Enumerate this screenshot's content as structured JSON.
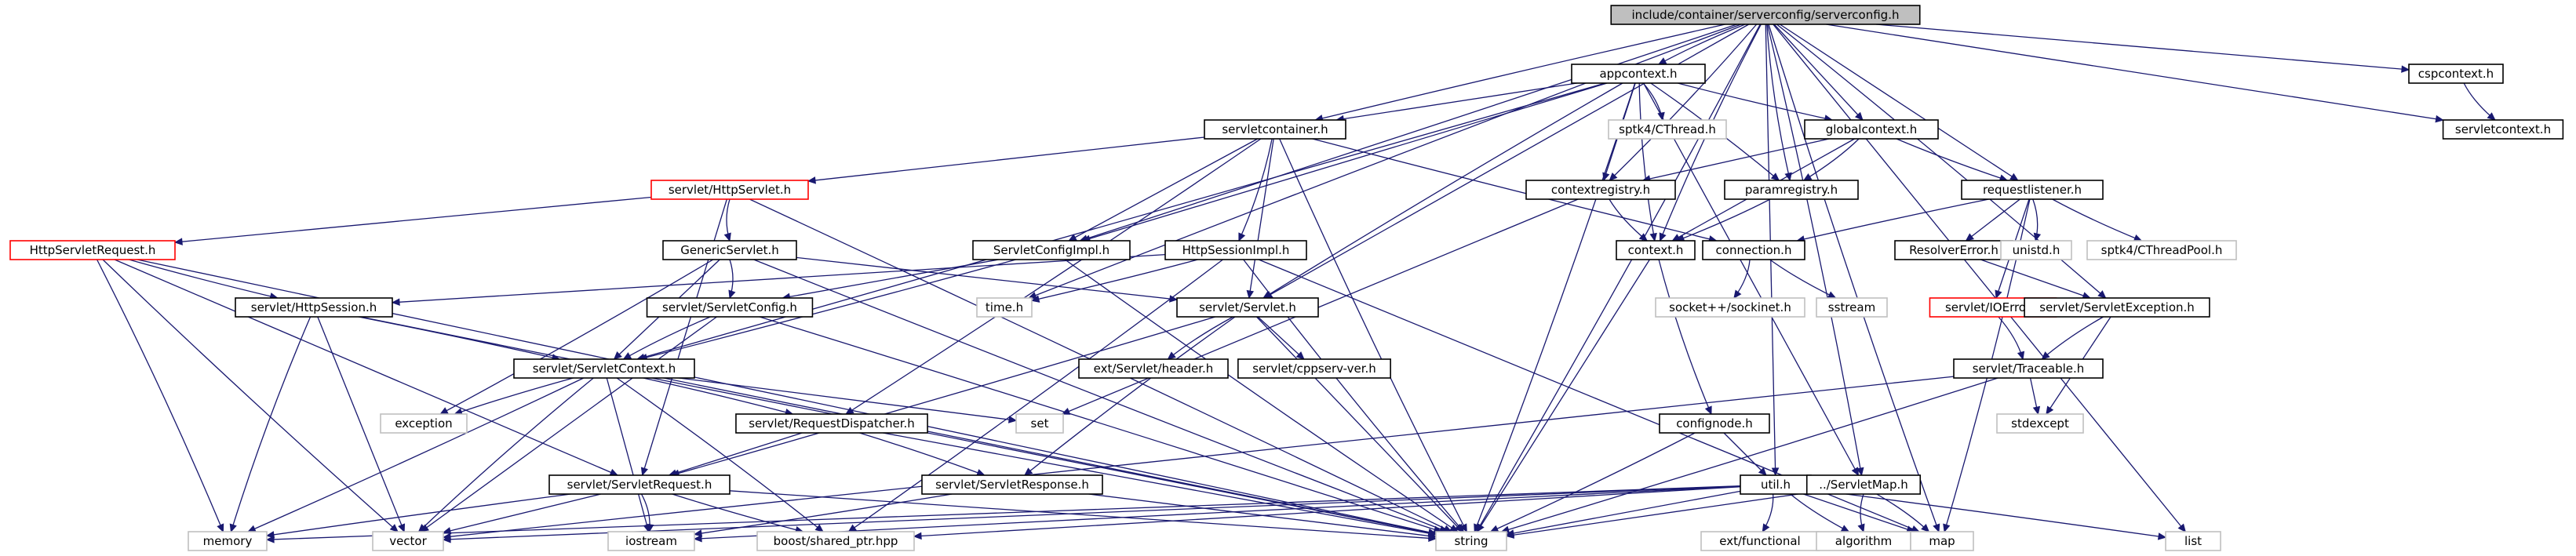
{
  "nodes": [
    {
      "id": "root",
      "label": "include/container/serverconfig/serverconfig.h",
      "style": "root"
    },
    {
      "id": "appcontext",
      "label": "appcontext.h",
      "style": "normal"
    },
    {
      "id": "cspcontext",
      "label": "cspcontext.h",
      "style": "normal"
    },
    {
      "id": "servletcontext_h",
      "label": "servletcontext.h",
      "style": "normal"
    },
    {
      "id": "servletcontainer",
      "label": "servletcontainer.h",
      "style": "normal"
    },
    {
      "id": "cthread",
      "label": "sptk4/CThread.h",
      "style": "ext"
    },
    {
      "id": "globalcontext",
      "label": "globalcontext.h",
      "style": "normal"
    },
    {
      "id": "httpservlet",
      "label": "servlet/HttpServlet.h",
      "style": "red"
    },
    {
      "id": "contextregistry",
      "label": "contextregistry.h",
      "style": "normal"
    },
    {
      "id": "paramregistry",
      "label": "paramregistry.h",
      "style": "normal"
    },
    {
      "id": "requestlistener",
      "label": "requestlistener.h",
      "style": "normal"
    },
    {
      "id": "httpservletrequest",
      "label": "HttpServletRequest.h",
      "style": "red"
    },
    {
      "id": "genericservlet",
      "label": "GenericServlet.h",
      "style": "normal"
    },
    {
      "id": "servletconfigimpl",
      "label": "ServletConfigImpl.h",
      "style": "normal"
    },
    {
      "id": "httpsessionimpl",
      "label": "HttpSessionImpl.h",
      "style": "normal"
    },
    {
      "id": "context",
      "label": "context.h",
      "style": "normal"
    },
    {
      "id": "connection",
      "label": "connection.h",
      "style": "normal"
    },
    {
      "id": "resolvererror",
      "label": "ResolverError.h",
      "style": "normal"
    },
    {
      "id": "unistd",
      "label": "unistd.h",
      "style": "ext"
    },
    {
      "id": "cthreadpool",
      "label": "sptk4/CThreadPool.h",
      "style": "ext"
    },
    {
      "id": "httpsession",
      "label": "servlet/HttpSession.h",
      "style": "normal"
    },
    {
      "id": "servletconfig",
      "label": "servlet/ServletConfig.h",
      "style": "normal"
    },
    {
      "id": "time",
      "label": "time.h",
      "style": "ext"
    },
    {
      "id": "servlet",
      "label": "servlet/Servlet.h",
      "style": "normal"
    },
    {
      "id": "sockinet",
      "label": "socket++/sockinet.h",
      "style": "ext"
    },
    {
      "id": "sstream",
      "label": "sstream",
      "style": "ext"
    },
    {
      "id": "ioerror",
      "label": "servlet/IOError.h",
      "style": "red"
    },
    {
      "id": "servletexception",
      "label": "servlet/ServletException.h",
      "style": "normal"
    },
    {
      "id": "servletcontext",
      "label": "servlet/ServletContext.h",
      "style": "normal"
    },
    {
      "id": "extheader",
      "label": "ext/Servlet/header.h",
      "style": "normal"
    },
    {
      "id": "cppserv",
      "label": "servlet/cppserv-ver.h",
      "style": "normal"
    },
    {
      "id": "traceable",
      "label": "servlet/Traceable.h",
      "style": "normal"
    },
    {
      "id": "exception",
      "label": "exception",
      "style": "ext"
    },
    {
      "id": "requestdispatcher",
      "label": "servlet/RequestDispatcher.h",
      "style": "normal"
    },
    {
      "id": "set",
      "label": "set",
      "style": "ext"
    },
    {
      "id": "stdexcept",
      "label": "stdexcept",
      "style": "ext"
    },
    {
      "id": "confignode",
      "label": "confignode.h",
      "style": "normal"
    },
    {
      "id": "servletrequest",
      "label": "servlet/ServletRequest.h",
      "style": "normal"
    },
    {
      "id": "servletresponse",
      "label": "servlet/ServletResponse.h",
      "style": "normal"
    },
    {
      "id": "util",
      "label": "util.h",
      "style": "normal"
    },
    {
      "id": "servletmap",
      "label": "../ServletMap.h",
      "style": "normal"
    },
    {
      "id": "memory",
      "label": "memory",
      "style": "ext"
    },
    {
      "id": "vector",
      "label": "vector",
      "style": "ext"
    },
    {
      "id": "iostream",
      "label": "iostream",
      "style": "ext"
    },
    {
      "id": "sharedptr",
      "label": "boost/shared_ptr.hpp",
      "style": "ext"
    },
    {
      "id": "string",
      "label": "string",
      "style": "ext"
    },
    {
      "id": "functional",
      "label": "ext/functional",
      "style": "ext"
    },
    {
      "id": "algorithm",
      "label": "algorithm",
      "style": "ext"
    },
    {
      "id": "map",
      "label": "map",
      "style": "ext"
    },
    {
      "id": "list",
      "label": "list",
      "style": "ext"
    }
  ],
  "edges": [
    [
      "root",
      "appcontext"
    ],
    [
      "root",
      "cspcontext"
    ],
    [
      "root",
      "servletcontext_h"
    ],
    [
      "root",
      "servletcontainer"
    ],
    [
      "root",
      "globalcontext"
    ],
    [
      "root",
      "contextregistry"
    ],
    [
      "root",
      "paramregistry"
    ],
    [
      "root",
      "requestlistener"
    ],
    [
      "root",
      "servletconfigimpl"
    ],
    [
      "root",
      "context"
    ],
    [
      "root",
      "servlet"
    ],
    [
      "root",
      "servletexception"
    ],
    [
      "root",
      "time"
    ],
    [
      "root",
      "util"
    ],
    [
      "root",
      "string"
    ],
    [
      "root",
      "map"
    ],
    [
      "root",
      "list"
    ],
    [
      "root",
      "servletmap"
    ],
    [
      "cspcontext",
      "servletcontext_h"
    ],
    [
      "appcontext",
      "servletcontainer"
    ],
    [
      "appcontext",
      "cthread"
    ],
    [
      "appcontext",
      "globalcontext"
    ],
    [
      "appcontext",
      "contextregistry"
    ],
    [
      "appcontext",
      "paramregistry"
    ],
    [
      "appcontext",
      "context"
    ],
    [
      "appcontext",
      "servletconfigimpl"
    ],
    [
      "appcontext",
      "servletcontext"
    ],
    [
      "appcontext",
      "servlet"
    ],
    [
      "appcontext",
      "servletmap"
    ],
    [
      "appcontext",
      "string"
    ],
    [
      "servletcontainer",
      "httpservlet"
    ],
    [
      "servletcontainer",
      "servletconfigimpl"
    ],
    [
      "servletcontainer",
      "httpsessionimpl"
    ],
    [
      "servletcontainer",
      "connection"
    ],
    [
      "servletcontainer",
      "servlet"
    ],
    [
      "servletcontainer",
      "requestdispatcher"
    ],
    [
      "servletcontainer",
      "string"
    ],
    [
      "globalcontext",
      "contextregistry"
    ],
    [
      "globalcontext",
      "paramregistry"
    ],
    [
      "globalcontext",
      "requestlistener"
    ],
    [
      "globalcontext",
      "context"
    ],
    [
      "httpservlet",
      "httpservletrequest"
    ],
    [
      "httpservlet",
      "genericservlet"
    ],
    [
      "httpservlet",
      "servletrequest"
    ],
    [
      "httpservlet",
      "string"
    ],
    [
      "contextregistry",
      "context"
    ],
    [
      "contextregistry",
      "set"
    ],
    [
      "paramregistry",
      "context"
    ],
    [
      "requestlistener",
      "connection"
    ],
    [
      "requestlistener",
      "resolvererror"
    ],
    [
      "requestlistener",
      "unistd"
    ],
    [
      "requestlistener",
      "cthreadpool"
    ],
    [
      "requestlistener",
      "ioerror"
    ],
    [
      "requestlistener",
      "map"
    ],
    [
      "httpservletrequest",
      "httpsession"
    ],
    [
      "httpservletrequest",
      "servletrequest"
    ],
    [
      "httpservletrequest",
      "memory"
    ],
    [
      "httpservletrequest",
      "vector"
    ],
    [
      "httpservletrequest",
      "string"
    ],
    [
      "genericservlet",
      "servletconfig"
    ],
    [
      "genericservlet",
      "servlet"
    ],
    [
      "genericservlet",
      "servletcontext"
    ],
    [
      "genericservlet",
      "exception"
    ],
    [
      "genericservlet",
      "string"
    ],
    [
      "servletconfigimpl",
      "servletconfig"
    ],
    [
      "servletconfigimpl",
      "servletcontext"
    ],
    [
      "servletconfigimpl",
      "string"
    ],
    [
      "httpsessionimpl",
      "httpsession"
    ],
    [
      "httpsessionimpl",
      "time"
    ],
    [
      "httpsessionimpl",
      "string"
    ],
    [
      "httpsessionimpl",
      "map"
    ],
    [
      "httpsessionimpl",
      "sharedptr"
    ],
    [
      "context",
      "confignode"
    ],
    [
      "context",
      "string"
    ],
    [
      "connection",
      "sockinet"
    ],
    [
      "connection",
      "sstream"
    ],
    [
      "resolvererror",
      "servletexception"
    ],
    [
      "httpsession",
      "servletcontext"
    ],
    [
      "httpsession",
      "memory"
    ],
    [
      "httpsession",
      "vector"
    ],
    [
      "httpsession",
      "string"
    ],
    [
      "servletconfig",
      "servletcontext"
    ],
    [
      "servletconfig",
      "vector"
    ],
    [
      "servletconfig",
      "string"
    ],
    [
      "servlet",
      "extheader"
    ],
    [
      "servlet",
      "cppserv"
    ],
    [
      "servlet",
      "servletrequest"
    ],
    [
      "servlet",
      "servletresponse"
    ],
    [
      "servlet",
      "string"
    ],
    [
      "ioerror",
      "traceable"
    ],
    [
      "servletexception",
      "traceable"
    ],
    [
      "servletexception",
      "stdexcept"
    ],
    [
      "servletcontext",
      "requestdispatcher"
    ],
    [
      "servletcontext",
      "exception"
    ],
    [
      "servletcontext",
      "set"
    ],
    [
      "servletcontext",
      "memory"
    ],
    [
      "servletcontext",
      "vector"
    ],
    [
      "servletcontext",
      "iostream"
    ],
    [
      "servletcontext",
      "sharedptr"
    ],
    [
      "servletcontext",
      "string"
    ],
    [
      "traceable",
      "stdexcept"
    ],
    [
      "traceable",
      "string"
    ],
    [
      "traceable",
      "vector"
    ],
    [
      "requestdispatcher",
      "servletrequest"
    ],
    [
      "requestdispatcher",
      "servletresponse"
    ],
    [
      "requestdispatcher",
      "string"
    ],
    [
      "confignode",
      "util"
    ],
    [
      "confignode",
      "string"
    ],
    [
      "servletrequest",
      "memory"
    ],
    [
      "servletrequest",
      "vector"
    ],
    [
      "servletrequest",
      "iostream"
    ],
    [
      "servletrequest",
      "sharedptr"
    ],
    [
      "servletrequest",
      "string"
    ],
    [
      "servletresponse",
      "iostream"
    ],
    [
      "servletresponse",
      "string"
    ],
    [
      "util",
      "memory"
    ],
    [
      "util",
      "vector"
    ],
    [
      "util",
      "sharedptr"
    ],
    [
      "util",
      "string"
    ],
    [
      "util",
      "functional"
    ],
    [
      "util",
      "algorithm"
    ],
    [
      "util",
      "map"
    ],
    [
      "util",
      "list"
    ],
    [
      "util",
      "iostream"
    ],
    [
      "servletmap",
      "string"
    ],
    [
      "servletmap",
      "map"
    ],
    [
      "servletmap",
      "algorithm"
    ]
  ]
}
